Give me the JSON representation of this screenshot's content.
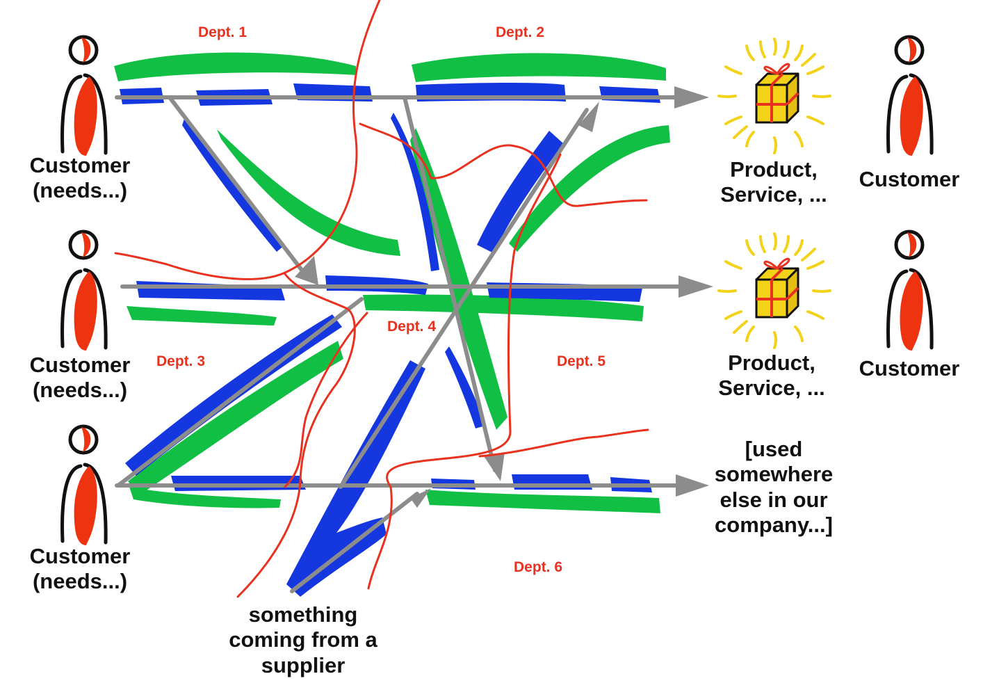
{
  "colors": {
    "flow_arrow": "#8c8c8c",
    "dept_a": "#1537e0",
    "dept_b": "#12bf45",
    "red_path": "#e8321f",
    "person_body": "#ee3311",
    "gift_box": "#f3d21a",
    "gift_glow": "#f3d21a",
    "dept_label": "#e8321f"
  },
  "customers_left": [
    {
      "label_lines": [
        "Customer",
        "(needs...)"
      ]
    },
    {
      "label_lines": [
        "Customer",
        "(needs...)"
      ]
    },
    {
      "label_lines": [
        "Customer",
        "(needs...)"
      ]
    }
  ],
  "outputs": [
    {
      "label_lines": [
        "Product,",
        "Service, ..."
      ]
    },
    {
      "label_lines": [
        "Product,",
        "Service, ..."
      ]
    },
    {
      "label_lines": [
        "[used",
        "somewhere",
        "else in our",
        "company...]"
      ]
    }
  ],
  "customers_right": [
    {
      "label": "Customer"
    },
    {
      "label": "Customer"
    }
  ],
  "departments": [
    {
      "label": "Dept. 1"
    },
    {
      "label": "Dept. 2"
    },
    {
      "label": "Dept. 3"
    },
    {
      "label": "Dept. 4"
    },
    {
      "label": "Dept. 5"
    },
    {
      "label": "Dept. 6"
    }
  ],
  "supplier": {
    "label_lines": [
      "something",
      "coming from a",
      "supplier"
    ]
  },
  "icons": {
    "person": "person-icon",
    "gift": "gift-box-icon"
  }
}
